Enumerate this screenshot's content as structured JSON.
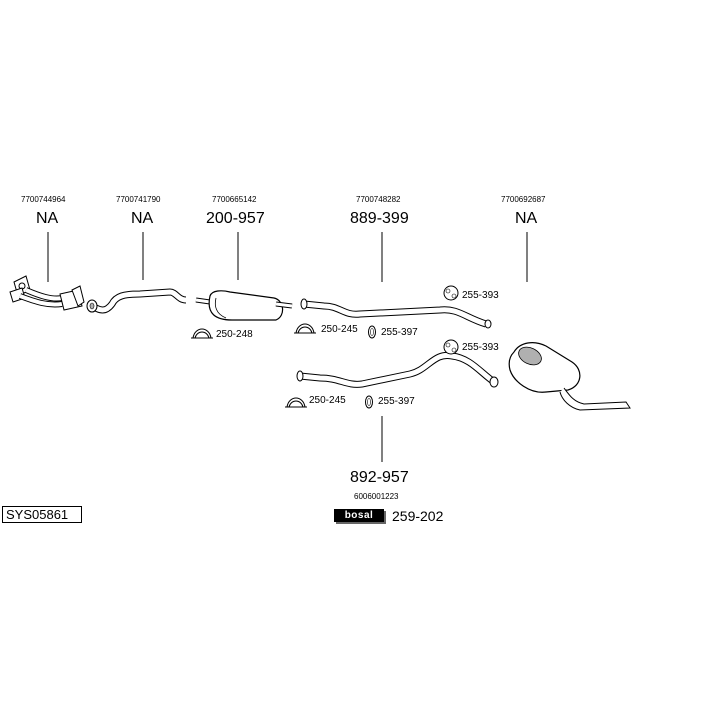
{
  "components": [
    {
      "id": "c1",
      "oem": "7700744964",
      "part": "NA"
    },
    {
      "id": "c2",
      "oem": "7700741790",
      "part": "NA"
    },
    {
      "id": "c3",
      "oem": "7700665142",
      "part": "200-957"
    },
    {
      "id": "c4",
      "oem": "7700748282",
      "part": "889-399"
    },
    {
      "id": "c5",
      "oem": "7700692687",
      "part": "NA"
    }
  ],
  "lower_pipe": {
    "part": "892-957"
  },
  "accessories": {
    "clamp_1": "250-248",
    "clamp_2": "250-245",
    "ring_1": "255-397",
    "hanger_1": "255-393",
    "hanger_2": "255-393",
    "clamp_3": "250-245",
    "ring_2": "255-397"
  },
  "kit": {
    "oem": "6006001223",
    "brand": "bosal",
    "part": "259-202"
  },
  "system_code": "SYS05861",
  "colors": {
    "line": "#000000",
    "part_fill": "#ffffff",
    "shade": "#b0b0b0"
  }
}
